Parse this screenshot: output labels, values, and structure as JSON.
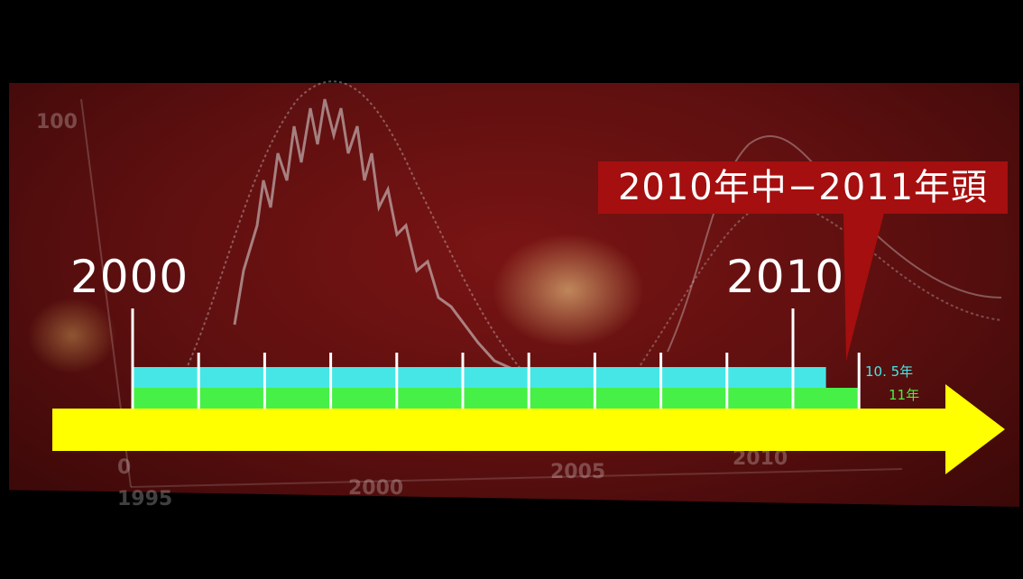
{
  "timeline": {
    "start_year_label": "2000",
    "end_year_label": "2010",
    "callout_text": "2010年中−2011年頭",
    "tick_years": [
      2000,
      2001,
      2002,
      2003,
      2004,
      2005,
      2006,
      2007,
      2008,
      2009,
      2010,
      2011
    ],
    "bars": [
      {
        "label": "10. 5年",
        "start_year": 2000,
        "length_years": 10.5,
        "color": "#46e6e6"
      },
      {
        "label": "11年",
        "start_year": 2000,
        "length_years": 11,
        "color": "#46f046"
      }
    ],
    "arrow_color": "#ffff00"
  },
  "background_chart": {
    "y_tick_label": "100",
    "y_zero_label": "0",
    "x_tick_labels": [
      "1995",
      "2000",
      "2005",
      "2010"
    ]
  }
}
